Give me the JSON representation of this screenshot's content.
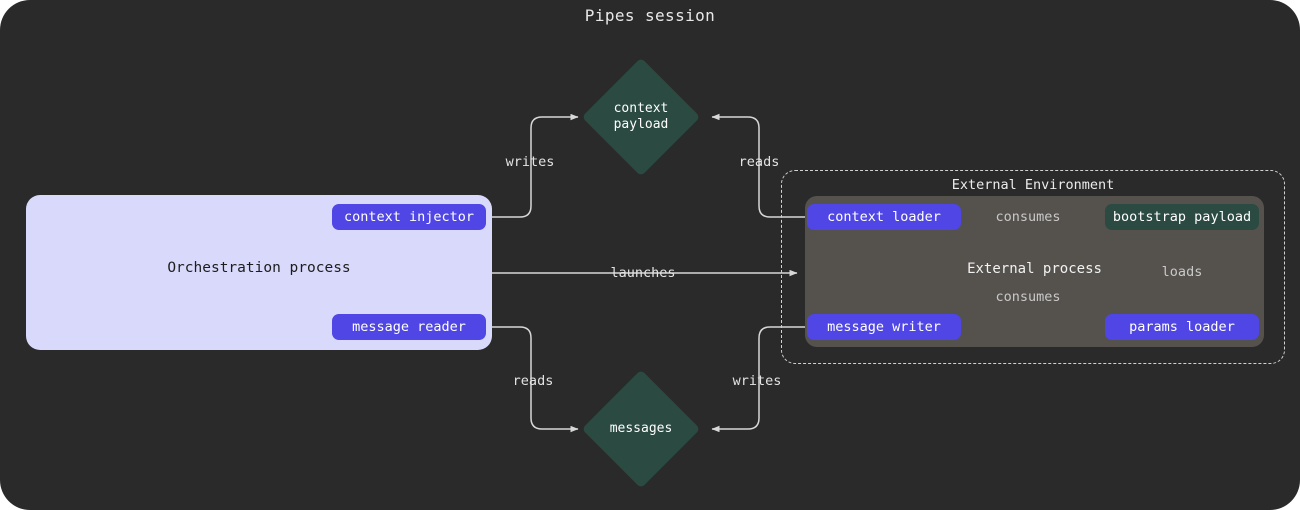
{
  "title": "Pipes session",
  "theme": {
    "canvas_bg": "#2b2a2a",
    "orchestration_bg": "#d9d9fb",
    "external_process_bg": "#55524e",
    "node_purple": "#4f46e5",
    "node_teal": "#2a4a42",
    "edge_color": "#d8d8d8",
    "text_light": "#ffffff",
    "text_dark": "#1d1d1d"
  },
  "containers": {
    "orchestration": {
      "label": "Orchestration process"
    },
    "external_environment": {
      "label": "External Environment"
    },
    "external_process": {
      "label": "External process"
    }
  },
  "nodes": {
    "context_injector": {
      "label": "context injector",
      "kind": "purple-pill"
    },
    "message_reader": {
      "label": "message reader",
      "kind": "purple-pill"
    },
    "context_loader": {
      "label": "context loader",
      "kind": "purple-pill"
    },
    "message_writer": {
      "label": "message writer",
      "kind": "purple-pill"
    },
    "params_loader": {
      "label": "params loader",
      "kind": "purple-pill"
    },
    "bootstrap_payload": {
      "label": "bootstrap payload",
      "kind": "teal-pill"
    },
    "context_payload": {
      "label_line1": "context",
      "label_line2": "payload",
      "kind": "diamond"
    },
    "messages": {
      "label_line1": "messages",
      "label_line2": "",
      "kind": "diamond"
    }
  },
  "edges": [
    {
      "id": "writes_context",
      "label": "writes",
      "from": "context_injector",
      "to": "context_payload"
    },
    {
      "id": "reads_context",
      "label": "reads",
      "from": "context_payload",
      "to": "context_loader"
    },
    {
      "id": "launches",
      "label": "launches",
      "from": "orchestration",
      "to": "external_process"
    },
    {
      "id": "reads_messages",
      "label": "reads",
      "from": "messages",
      "to": "message_reader"
    },
    {
      "id": "writes_messages",
      "label": "writes",
      "from": "message_writer",
      "to": "messages"
    },
    {
      "id": "consumes_ctx",
      "label": "consumes",
      "from": "context_loader",
      "to": "bootstrap_payload"
    },
    {
      "id": "consumes_msg",
      "label": "consumes",
      "from": "message_writer",
      "to": "bootstrap_payload"
    },
    {
      "id": "loads",
      "label": "loads",
      "from": "params_loader",
      "to": "bootstrap_payload"
    }
  ]
}
